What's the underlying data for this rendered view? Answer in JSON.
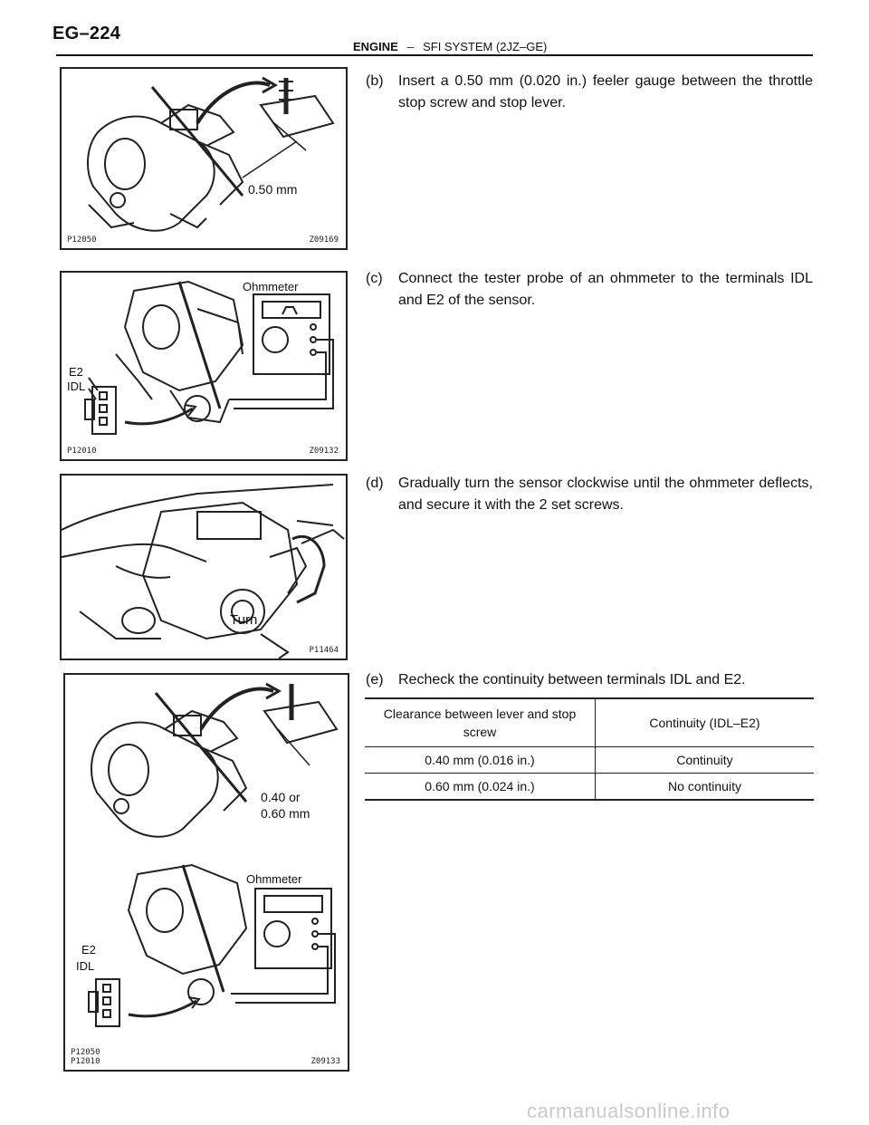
{
  "header": {
    "page_number": "EG–224",
    "section": "ENGINE",
    "separator": "–",
    "subsection": "SFI SYSTEM (2JZ–GE)"
  },
  "figures": [
    {
      "id": "fig1",
      "labels": [
        "0.50 mm"
      ],
      "code_left": "P12050",
      "code_right": "Z09169"
    },
    {
      "id": "fig2",
      "labels": [
        "Ohmmeter",
        "E2",
        "IDL"
      ],
      "code_left": "P12010",
      "code_right": "Z09132"
    },
    {
      "id": "fig3",
      "labels": [
        "Turn"
      ],
      "code_left": "",
      "code_right": "P11464"
    },
    {
      "id": "fig4",
      "labels": [
        "0.40 or",
        "0.60 mm",
        "Ohmmeter",
        "E2",
        "IDL"
      ],
      "code_left": "P12050",
      "code_left2": "P12010",
      "code_right": "Z09133"
    }
  ],
  "steps": [
    {
      "label": "(b)",
      "text": "Insert a 0.50 mm (0.020 in.) feeler gauge between the throttle stop screw and stop lever."
    },
    {
      "label": "(c)",
      "text": "Connect the tester probe of an ohmmeter to the terminals IDL and E2 of the sensor."
    },
    {
      "label": "(d)",
      "text": "Gradually turn the sensor clockwise until the ohmmeter deflects, and secure it with the 2 set screws."
    },
    {
      "label": "(e)",
      "text": "Recheck the continuity between terminals IDL and E2."
    }
  ],
  "table": {
    "headers": [
      "Clearance between lever and stop screw",
      "Continuity (IDL–E2)"
    ],
    "rows": [
      [
        "0.40 mm (0.016 in.)",
        "Continuity"
      ],
      [
        "0.60 mm (0.024 in.)",
        "No continuity"
      ]
    ]
  },
  "watermark": "carmanualsonline.info"
}
